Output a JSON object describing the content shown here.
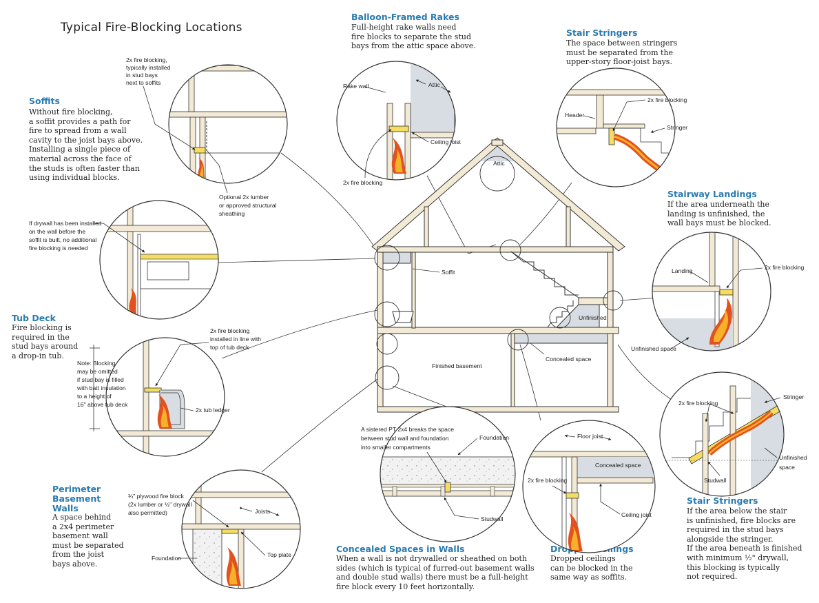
{
  "title": "Typical Fire-Blocking Locations",
  "sections": {
    "soffits": {
      "heading": "Soffits",
      "body": [
        "Without fire blocking,",
        "a soffit provides a path for",
        "fire to spread from a wall",
        "cavity to the joist bays above.",
        "Installing a single piece of",
        "material across the face of",
        "the studs is often faster than",
        "using individual blocks."
      ]
    },
    "tub_deck": {
      "heading": "Tub Deck",
      "body": [
        "Fire blocking is",
        "required in the",
        "stud bays around",
        "a drop-in tub."
      ]
    },
    "perimeter": {
      "heading": [
        "Perimeter",
        "Basement",
        "Walls"
      ],
      "body": [
        "A space behind",
        "a 2x4 perimeter",
        "basement wall",
        "must be separated",
        "from the joist",
        "bays above."
      ]
    },
    "balloon": {
      "heading": "Balloon-Framed Rakes",
      "body": [
        "Full-height rake walls need",
        "fire blocks to separate the stud",
        "bays from the attic space above."
      ]
    },
    "stair_top": {
      "heading": "Stair Stringers",
      "body": [
        "The space between stringers",
        "must be separated from the",
        "upper-story floor-joist bays."
      ]
    },
    "landings": {
      "heading": "Stairway Landings",
      "body": [
        "If the area underneath the",
        "landing is unfinished, the",
        "wall bays must be blocked."
      ]
    },
    "stair_bottom": {
      "heading": "Stair Stringers",
      "body": [
        "If the area below the stair",
        "is unfinished, fire blocks are",
        "required in the stud bays",
        "alongside the stringer.",
        "If the area beneath is finished",
        "with minimum ½\" drywall,",
        "this blocking is typically",
        "not required."
      ]
    },
    "concealed": {
      "heading": "Concealed Spaces in Walls",
      "body": [
        "When a wall is not drywalled or sheathed on both",
        "sides (which is typical of furred-out basement walls",
        "and double stud walls) there must be a full-height",
        "fire block every 10 feet horizontally."
      ]
    },
    "dropped": {
      "heading": "Dropped Ceilings",
      "body": [
        "Dropped ceilings",
        "can be blocked in the",
        "same way as soffits."
      ]
    }
  },
  "labels": {
    "soffit_top": [
      "2x fire blocking,",
      "typically installed",
      "in stud bays",
      "next to soffits"
    ],
    "optional": [
      "Optional 2x lumber",
      "or approved structural",
      "sheathing"
    ],
    "drywall_note": [
      "If drywall has been installed",
      "on the wall before the",
      "soffit is built, no additional",
      "fire blocking is needed"
    ],
    "tub_block": [
      "2x fire blocking",
      "installed in line with",
      "top of tub deck"
    ],
    "tub_note": [
      "Note: Blocking",
      "may be omitted",
      "if stud bay is filled",
      "with batt insulation",
      "to a height of",
      "16\" above tub deck"
    ],
    "tub_ledger": "2x tub ledger",
    "plywood": [
      "¾\" plywood fire block",
      "(2x lumber or ½\" drywall",
      "also permitted)"
    ],
    "joists": "Joists",
    "foundation": "Foundation",
    "top_plate": "Top plate",
    "rake_wall": "Rake wall",
    "attic": "Attic",
    "ceiling_joist": "Ceiling joist",
    "fire_2x": "2x fire blocking",
    "header": "Header",
    "stringer": "Stringer",
    "landing": "Landing",
    "unfinished_space": "Unfinished space",
    "house_attic": "Attic",
    "house_soffit": "Soffit",
    "house_unfinished": "Unfinished",
    "finished_basement": "Finished basement",
    "concealed_space": "Concealed space",
    "sistered": [
      "A sistered PT 2x4 breaks the space",
      "between stud wall and foundation",
      "into smaller compartments"
    ],
    "studwall": "Studwall",
    "floor_joist": "Floor joist",
    "ceiling_joist2": "Ceiling joist",
    "unfinished2": [
      "Unfinished",
      "space"
    ]
  },
  "colors": {
    "heading": "#2a7bb0",
    "wood": "#f3ead6",
    "block": "#f5dc62",
    "fill_gray": "#dde3e7",
    "flame": "#e3521e",
    "flame_inner": "#f6b12a"
  }
}
